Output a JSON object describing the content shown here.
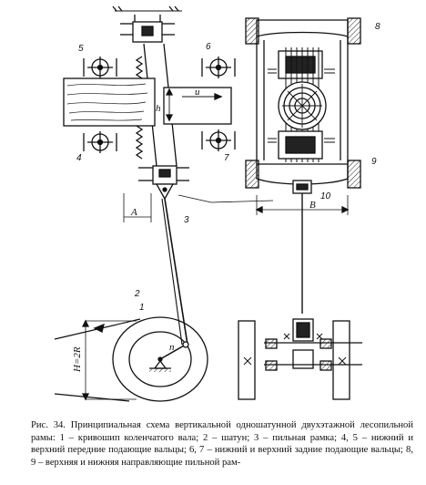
{
  "diagram": {
    "labels": {
      "l1": "1",
      "l2": "2",
      "l3": "3",
      "l4": "4",
      "l5": "5",
      "l6": "6",
      "l7": "7",
      "l8": "8",
      "l9": "9",
      "l10": "10",
      "u": "u",
      "h": "h",
      "A": "A",
      "B": "B",
      "n": "n",
      "H2R": "H=2R"
    }
  },
  "caption": {
    "text": "Рис. 34. Принципиальная схема вертикальной одношатунной двухэтажной лесопильной рамы: 1 – кривошип коленчатого вала; 2 – шатун; 3 – пильная рамка; 4, 5 – нижний и верхний передние подающие вальцы; 6, 7 – нижний и верхний задние подающие вальцы; 8, 9 – верхняя и нижняя направляющие пильной рам-"
  }
}
